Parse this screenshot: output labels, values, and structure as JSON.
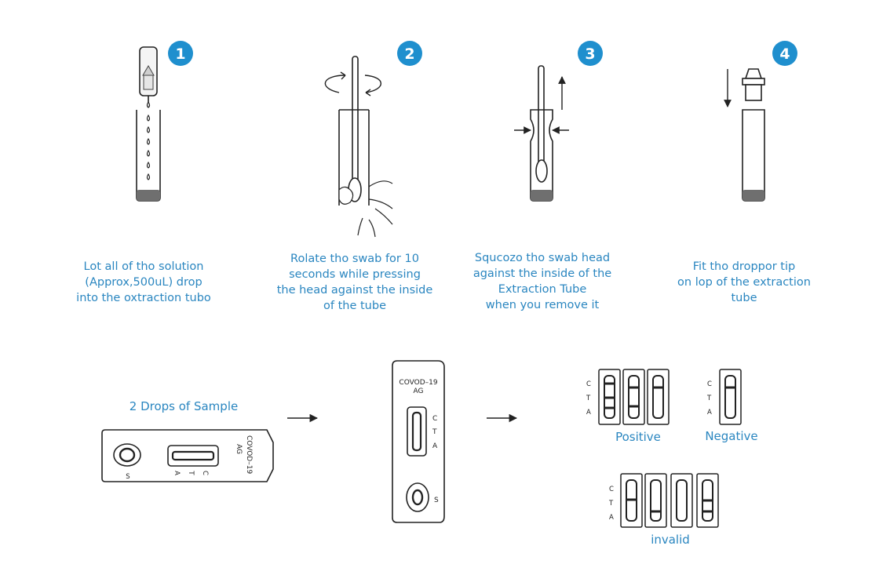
{
  "steps": [
    {
      "number": "1",
      "caption": [
        "Lot all of tho solution",
        "(Approx,500uL) drop",
        "into the oxtraction tubo"
      ]
    },
    {
      "number": "2",
      "caption": [
        "Rolate tho swab for 10",
        "seconds while pressing",
        "the head against the inside",
        "of the tube"
      ]
    },
    {
      "number": "3",
      "caption": [
        "Squcozo tho swab head",
        "against the inside of the",
        "Extraction Tube",
        "when you remove it"
      ]
    },
    {
      "number": "4",
      "caption": [
        "Fit tho droppor tip",
        "on lop of the extraction",
        "tube"
      ]
    }
  ],
  "sample": {
    "title": "2 Drops of Sample",
    "cassette_label": [
      "COVOD–19",
      "AG"
    ],
    "window_labels": [
      "C",
      "T",
      "A"
    ],
    "well_label": "S"
  },
  "cassette": {
    "label": [
      "COVOD–19",
      "AG"
    ],
    "window_labels": [
      "C",
      "T",
      "A"
    ],
    "well_label": "S"
  },
  "results": {
    "positive": {
      "label": "Positive",
      "axis": [
        "C",
        "T",
        "A"
      ]
    },
    "negative": {
      "label": "Negative",
      "axis": [
        "C",
        "T",
        "A"
      ]
    },
    "invalid": {
      "label": "invalid",
      "axis": [
        "C",
        "T",
        "A"
      ]
    }
  },
  "colors": {
    "accent": "#2a86c0",
    "badge": "#1f8fce",
    "ink": "#222222",
    "tube_bottom": "#6f6f6f"
  }
}
